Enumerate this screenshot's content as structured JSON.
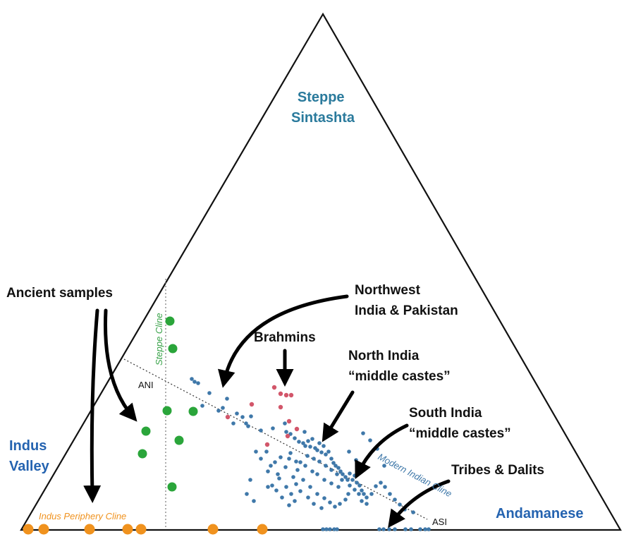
{
  "colors": {
    "steppe_label": "#2a7a9c",
    "corner_blue": "#2463b0",
    "ancient_label": "#6b1f14",
    "green": "#2aa53a",
    "orange": "#f0921e",
    "blue_point": "#3f78a9",
    "pink_point": "#d2566a",
    "steppe_cline": "#3aa34a",
    "modern_cline": "#3f78a9",
    "periphery_cline": "#f0921e"
  },
  "corners": {
    "top": [
      "Steppe",
      "Sintashta"
    ],
    "left": [
      "Indus",
      "Valley"
    ],
    "right": "Andamanese"
  },
  "clines": {
    "steppe": "Steppe Cline",
    "modern": "Modern Indian Cline",
    "periphery": "Indus Periphery Cline"
  },
  "endpoints": {
    "ani": "ANI",
    "asi": "ASI"
  },
  "annotations": {
    "ancient": "Ancient samples",
    "northwest": [
      "Northwest",
      "India & Pakistan"
    ],
    "brahmins": "Brahmins",
    "north": [
      "North India",
      "“middle castes”"
    ],
    "south": [
      "South India",
      "“middle castes”"
    ],
    "tribes": "Tribes & Dalits"
  },
  "chart_data": {
    "type": "scatter",
    "x_units": "px",
    "y_units": "px",
    "series": [
      {
        "group": "ancient-green",
        "points": [
          [
            241,
            455
          ],
          [
            245,
            494
          ],
          [
            237,
            582
          ],
          [
            274,
            583
          ],
          [
            207,
            611
          ],
          [
            254,
            624
          ],
          [
            202,
            643
          ],
          [
            244,
            690
          ]
        ]
      },
      {
        "group": "indus-periphery-orange",
        "points": [
          [
            40,
            750
          ],
          [
            62,
            750
          ],
          [
            127,
            750
          ],
          [
            181,
            750
          ],
          [
            200,
            750
          ],
          [
            302,
            750
          ],
          [
            372,
            750
          ]
        ]
      },
      {
        "group": "brahmins-pink",
        "points": [
          [
            389,
            549
          ],
          [
            398,
            558
          ],
          [
            406,
            560
          ],
          [
            413,
            560
          ],
          [
            398,
            577
          ],
          [
            323,
            591
          ],
          [
            410,
            597
          ],
          [
            357,
            573
          ],
          [
            421,
            608
          ],
          [
            379,
            630
          ],
          [
            408,
            618
          ]
        ]
      },
      {
        "group": "modern-blue",
        "points": [
          [
            272,
            537
          ],
          [
            276,
            541
          ],
          [
            281,
            543
          ],
          [
            297,
            557
          ],
          [
            322,
            565
          ],
          [
            316,
            578
          ],
          [
            287,
            575
          ],
          [
            310,
            582
          ],
          [
            336,
            586
          ],
          [
            344,
            591
          ],
          [
            331,
            600
          ],
          [
            349,
            600
          ],
          [
            352,
            604
          ],
          [
            356,
            590
          ],
          [
            370,
            610
          ],
          [
            387,
            607
          ],
          [
            404,
            600
          ],
          [
            406,
            612
          ],
          [
            412,
            615
          ],
          [
            418,
            621
          ],
          [
            424,
            626
          ],
          [
            430,
            628
          ],
          [
            433,
            632
          ],
          [
            437,
            625
          ],
          [
            440,
            633
          ],
          [
            443,
            622
          ],
          [
            447,
            635
          ],
          [
            450,
            638
          ],
          [
            453,
            628
          ],
          [
            456,
            641
          ],
          [
            459,
            632
          ],
          [
            462,
            644
          ],
          [
            466,
            640
          ],
          [
            470,
            650
          ],
          [
            473,
            656
          ],
          [
            476,
            660
          ],
          [
            480,
            663
          ],
          [
            483,
            668
          ],
          [
            486,
            672
          ],
          [
            490,
            676
          ],
          [
            493,
            680
          ],
          [
            496,
            671
          ],
          [
            500,
            680
          ],
          [
            503,
            674
          ],
          [
            506,
            684
          ],
          [
            510,
            688
          ],
          [
            513,
            695
          ],
          [
            516,
            700
          ],
          [
            520,
            705
          ],
          [
            494,
            700
          ],
          [
            480,
            690
          ],
          [
            470,
            685
          ],
          [
            460,
            680
          ],
          [
            450,
            672
          ],
          [
            443,
            668
          ],
          [
            433,
            660
          ],
          [
            420,
            654
          ],
          [
            410,
            650
          ],
          [
            398,
            648
          ],
          [
            390,
            655
          ],
          [
            384,
            660
          ],
          [
            380,
            668
          ],
          [
            396,
            678
          ],
          [
            406,
            690
          ],
          [
            413,
            700
          ],
          [
            418,
            710
          ],
          [
            410,
            716
          ],
          [
            400,
            705
          ],
          [
            392,
            695
          ],
          [
            386,
            688
          ],
          [
            370,
            650
          ],
          [
            363,
            640
          ],
          [
            378,
            640
          ],
          [
            430,
            680
          ],
          [
            440,
            690
          ],
          [
            450,
            700
          ],
          [
            460,
            706
          ],
          [
            468,
            712
          ],
          [
            475,
            718
          ],
          [
            482,
            714
          ],
          [
            490,
            708
          ],
          [
            456,
            720
          ],
          [
            445,
            714
          ],
          [
            437,
            705
          ],
          [
            426,
            696
          ],
          [
            420,
            686
          ],
          [
            416,
            676
          ],
          [
            422,
            666
          ],
          [
            426,
            655
          ],
          [
            436,
            646
          ],
          [
            445,
            650
          ],
          [
            453,
            654
          ],
          [
            462,
            660
          ],
          [
            470,
            666
          ],
          [
            478,
            672
          ],
          [
            485,
            680
          ],
          [
            496,
            688
          ],
          [
            503,
            694
          ],
          [
            509,
            700
          ],
          [
            513,
            710
          ],
          [
            520,
            714
          ],
          [
            527,
            700
          ],
          [
            533,
            689
          ],
          [
            540,
            684
          ],
          [
            546,
            690
          ],
          [
            553,
            700
          ],
          [
            560,
            708
          ],
          [
            567,
            715
          ],
          [
            574,
            722
          ],
          [
            586,
            726
          ],
          [
            495,
            640
          ],
          [
            505,
            652
          ],
          [
            515,
            614
          ],
          [
            525,
            624
          ],
          [
            535,
            636
          ],
          [
            545,
            660
          ],
          [
            355,
            680
          ],
          [
            350,
            700
          ],
          [
            360,
            710
          ],
          [
            380,
            690
          ],
          [
            394,
            672
          ],
          [
            405,
            662
          ],
          [
            412,
            642
          ],
          [
            432,
            612
          ],
          [
            458,
            750
          ],
          [
            463,
            750
          ],
          [
            468,
            750
          ],
          [
            474,
            750
          ],
          [
            478,
            750
          ],
          [
            538,
            750
          ],
          [
            544,
            750
          ],
          [
            552,
            750
          ],
          [
            560,
            750
          ],
          [
            575,
            750
          ],
          [
            583,
            750
          ],
          [
            596,
            750
          ],
          [
            603,
            750
          ],
          [
            608,
            750
          ]
        ]
      }
    ]
  }
}
